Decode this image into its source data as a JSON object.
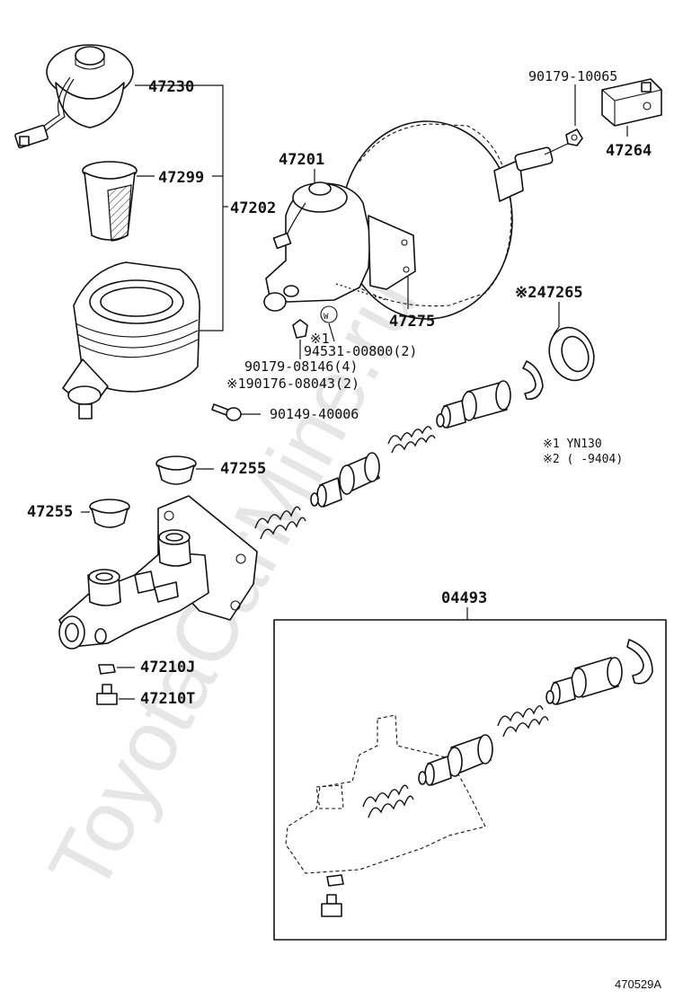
{
  "watermark": "ToyotaCarMine.ru",
  "figure_id": "470529A",
  "labels": {
    "p47230": "47230",
    "p47299": "47299",
    "p47202": "47202",
    "p47201": "47201",
    "p90179_10065": "90179-10065",
    "p47264": "47264",
    "p47265": "※247265",
    "p47275": "47275",
    "p94531_a": "※1",
    "p94531_b": "94531-00800(2)",
    "p90179_08146": "90179-08146(4)",
    "p90176": "※190176-08043(2)",
    "p90149": "90149-40006",
    "p47255_top": "47255",
    "p47255_left": "47255",
    "p47210J": "47210J",
    "p47210T": "47210T",
    "p04493": "04493",
    "washer_mark": "W"
  },
  "notes": [
    "※1 YN130",
    "※2 (      -9404)"
  ]
}
